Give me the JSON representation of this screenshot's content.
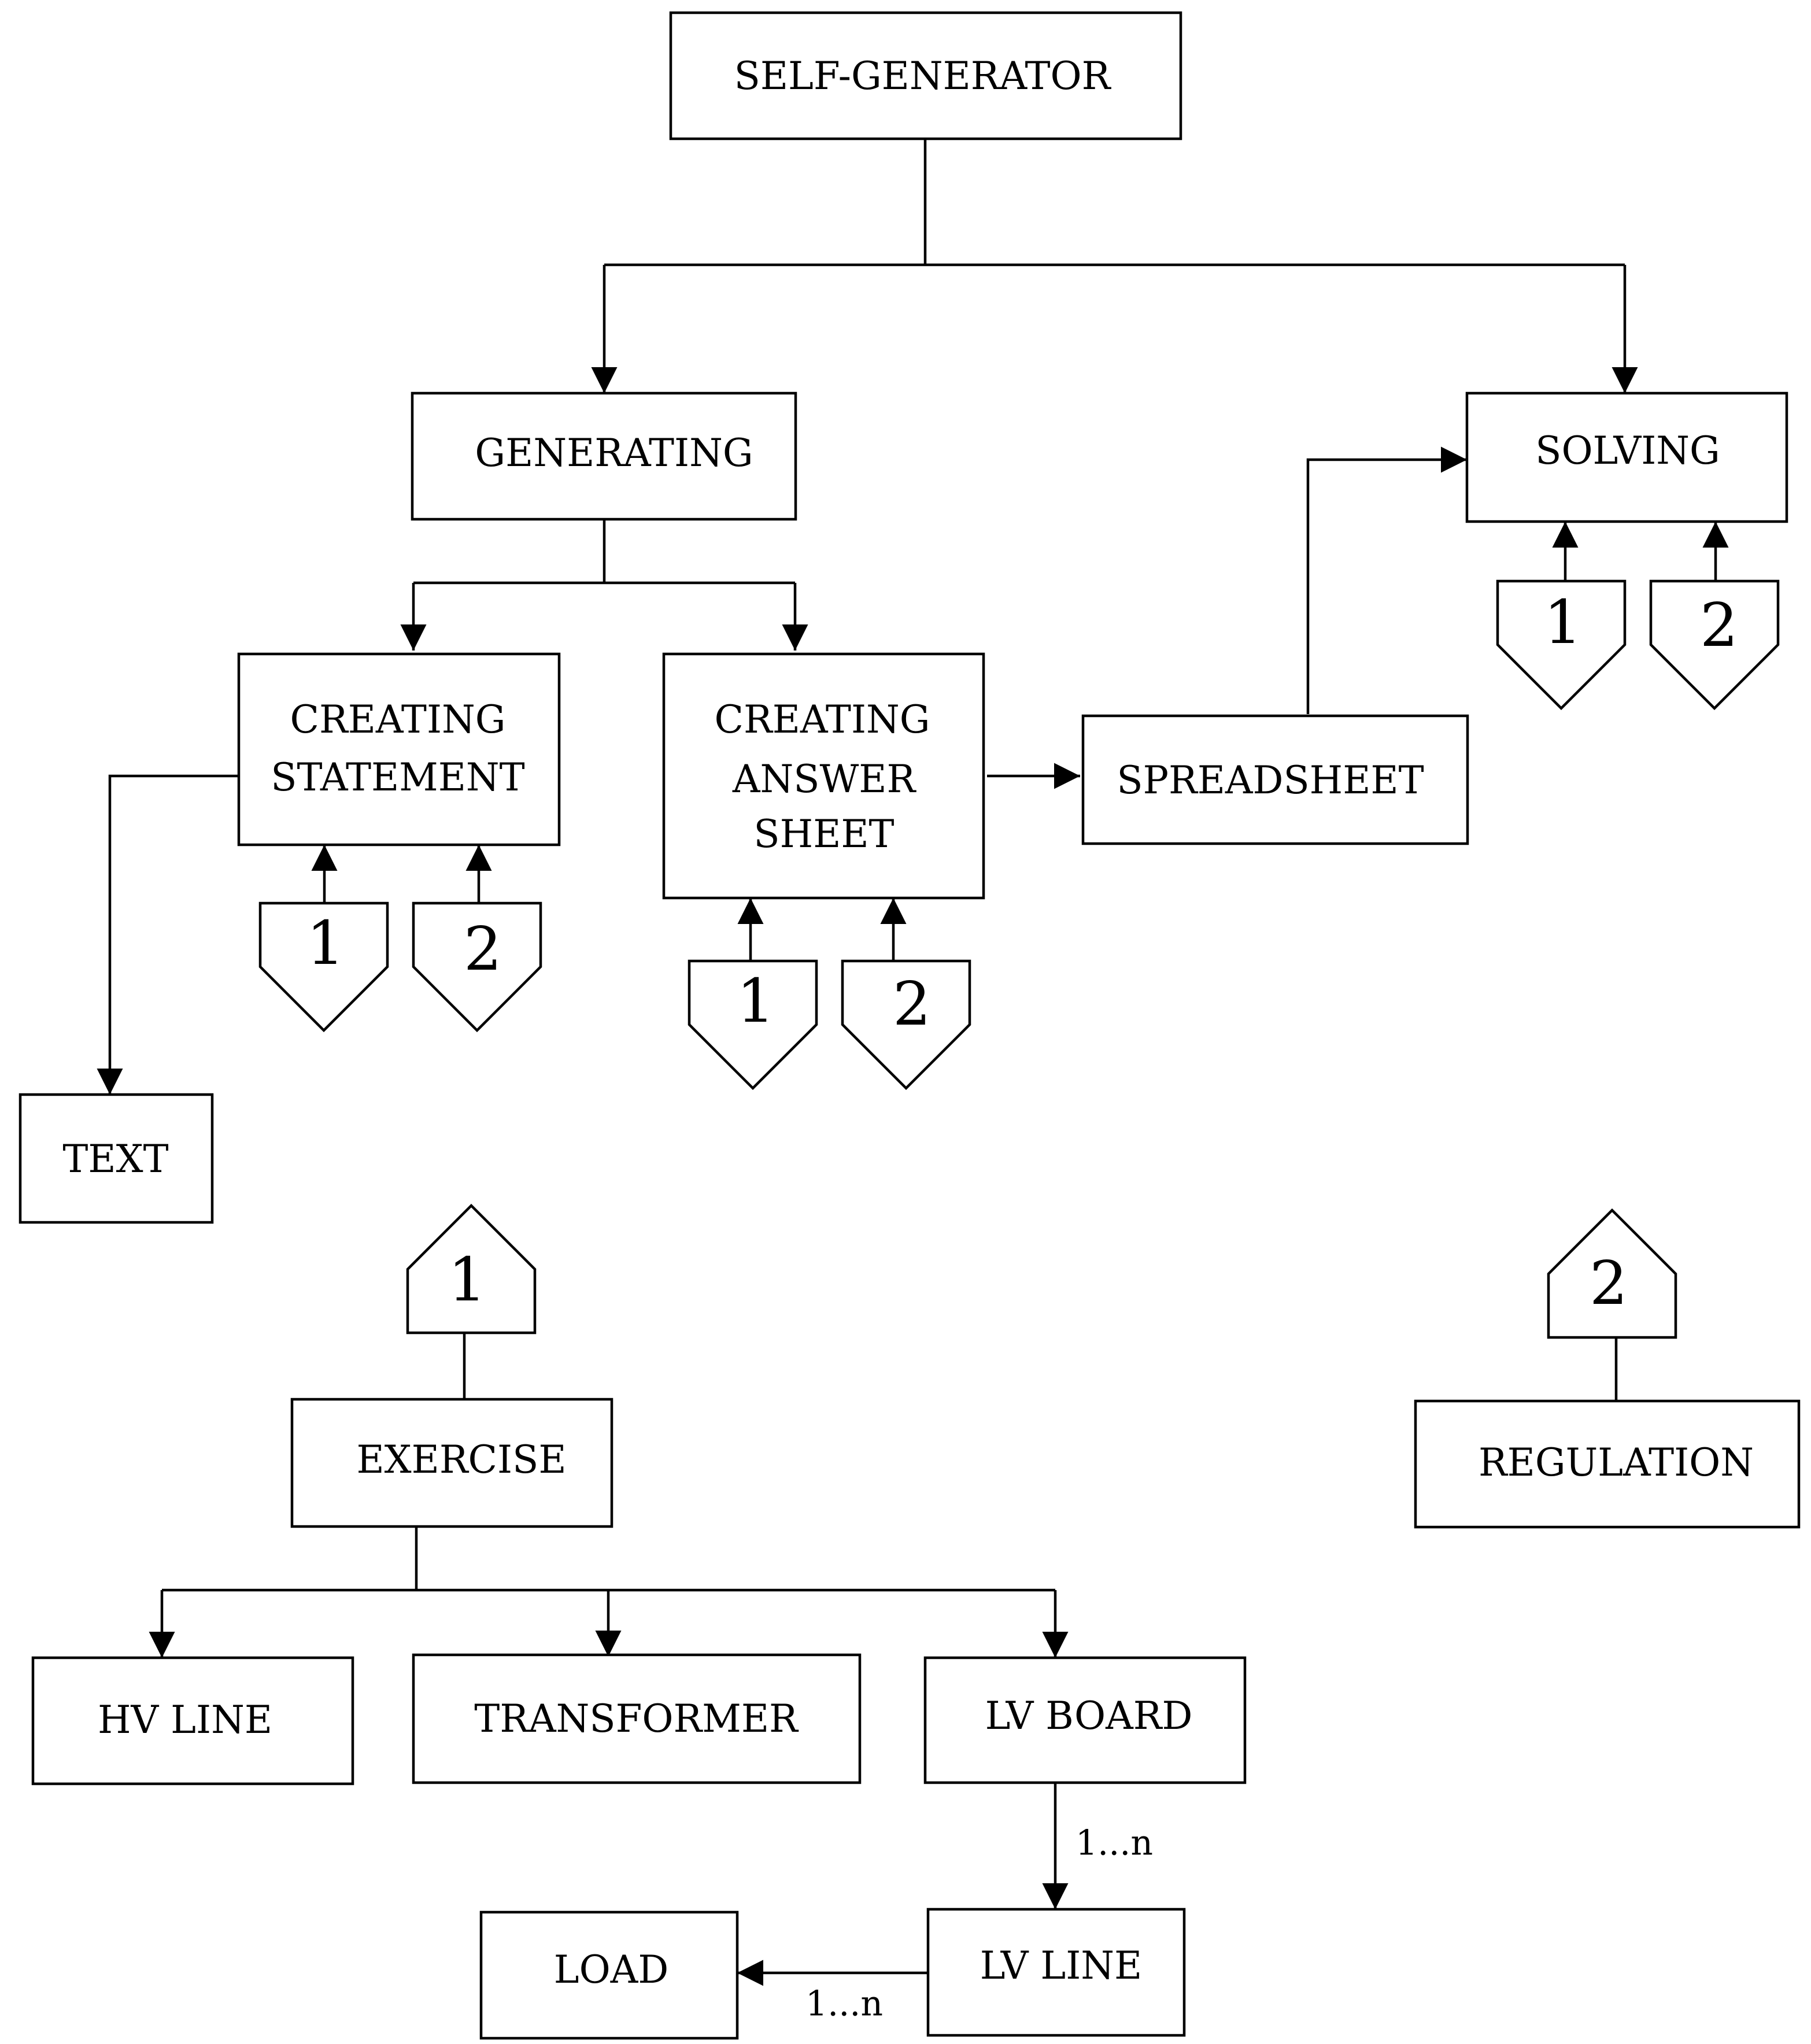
{
  "nodes": {
    "self_generator": "SELF-GENERATOR",
    "generating": "GENERATING",
    "solving": "SOLVING",
    "creating_statement": [
      "CREATING",
      "STATEMENT"
    ],
    "creating_answer_sheet": [
      "CREATING",
      "ANSWER",
      "SHEET"
    ],
    "spreadsheet": "SPREADSHEET",
    "text": "TEXT",
    "exercise": "EXERCISE",
    "regulation": "REGULATION",
    "hv_line": "HV LINE",
    "transformer": "TRANSFORMER",
    "lv_board": "LV BOARD",
    "lv_line": "LV LINE",
    "load": "LOAD"
  },
  "connectors": {
    "one": "1",
    "two": "2"
  },
  "multiplicity": {
    "lv_board_to_lv_line": "1...n",
    "lv_line_to_load": "1...n"
  }
}
